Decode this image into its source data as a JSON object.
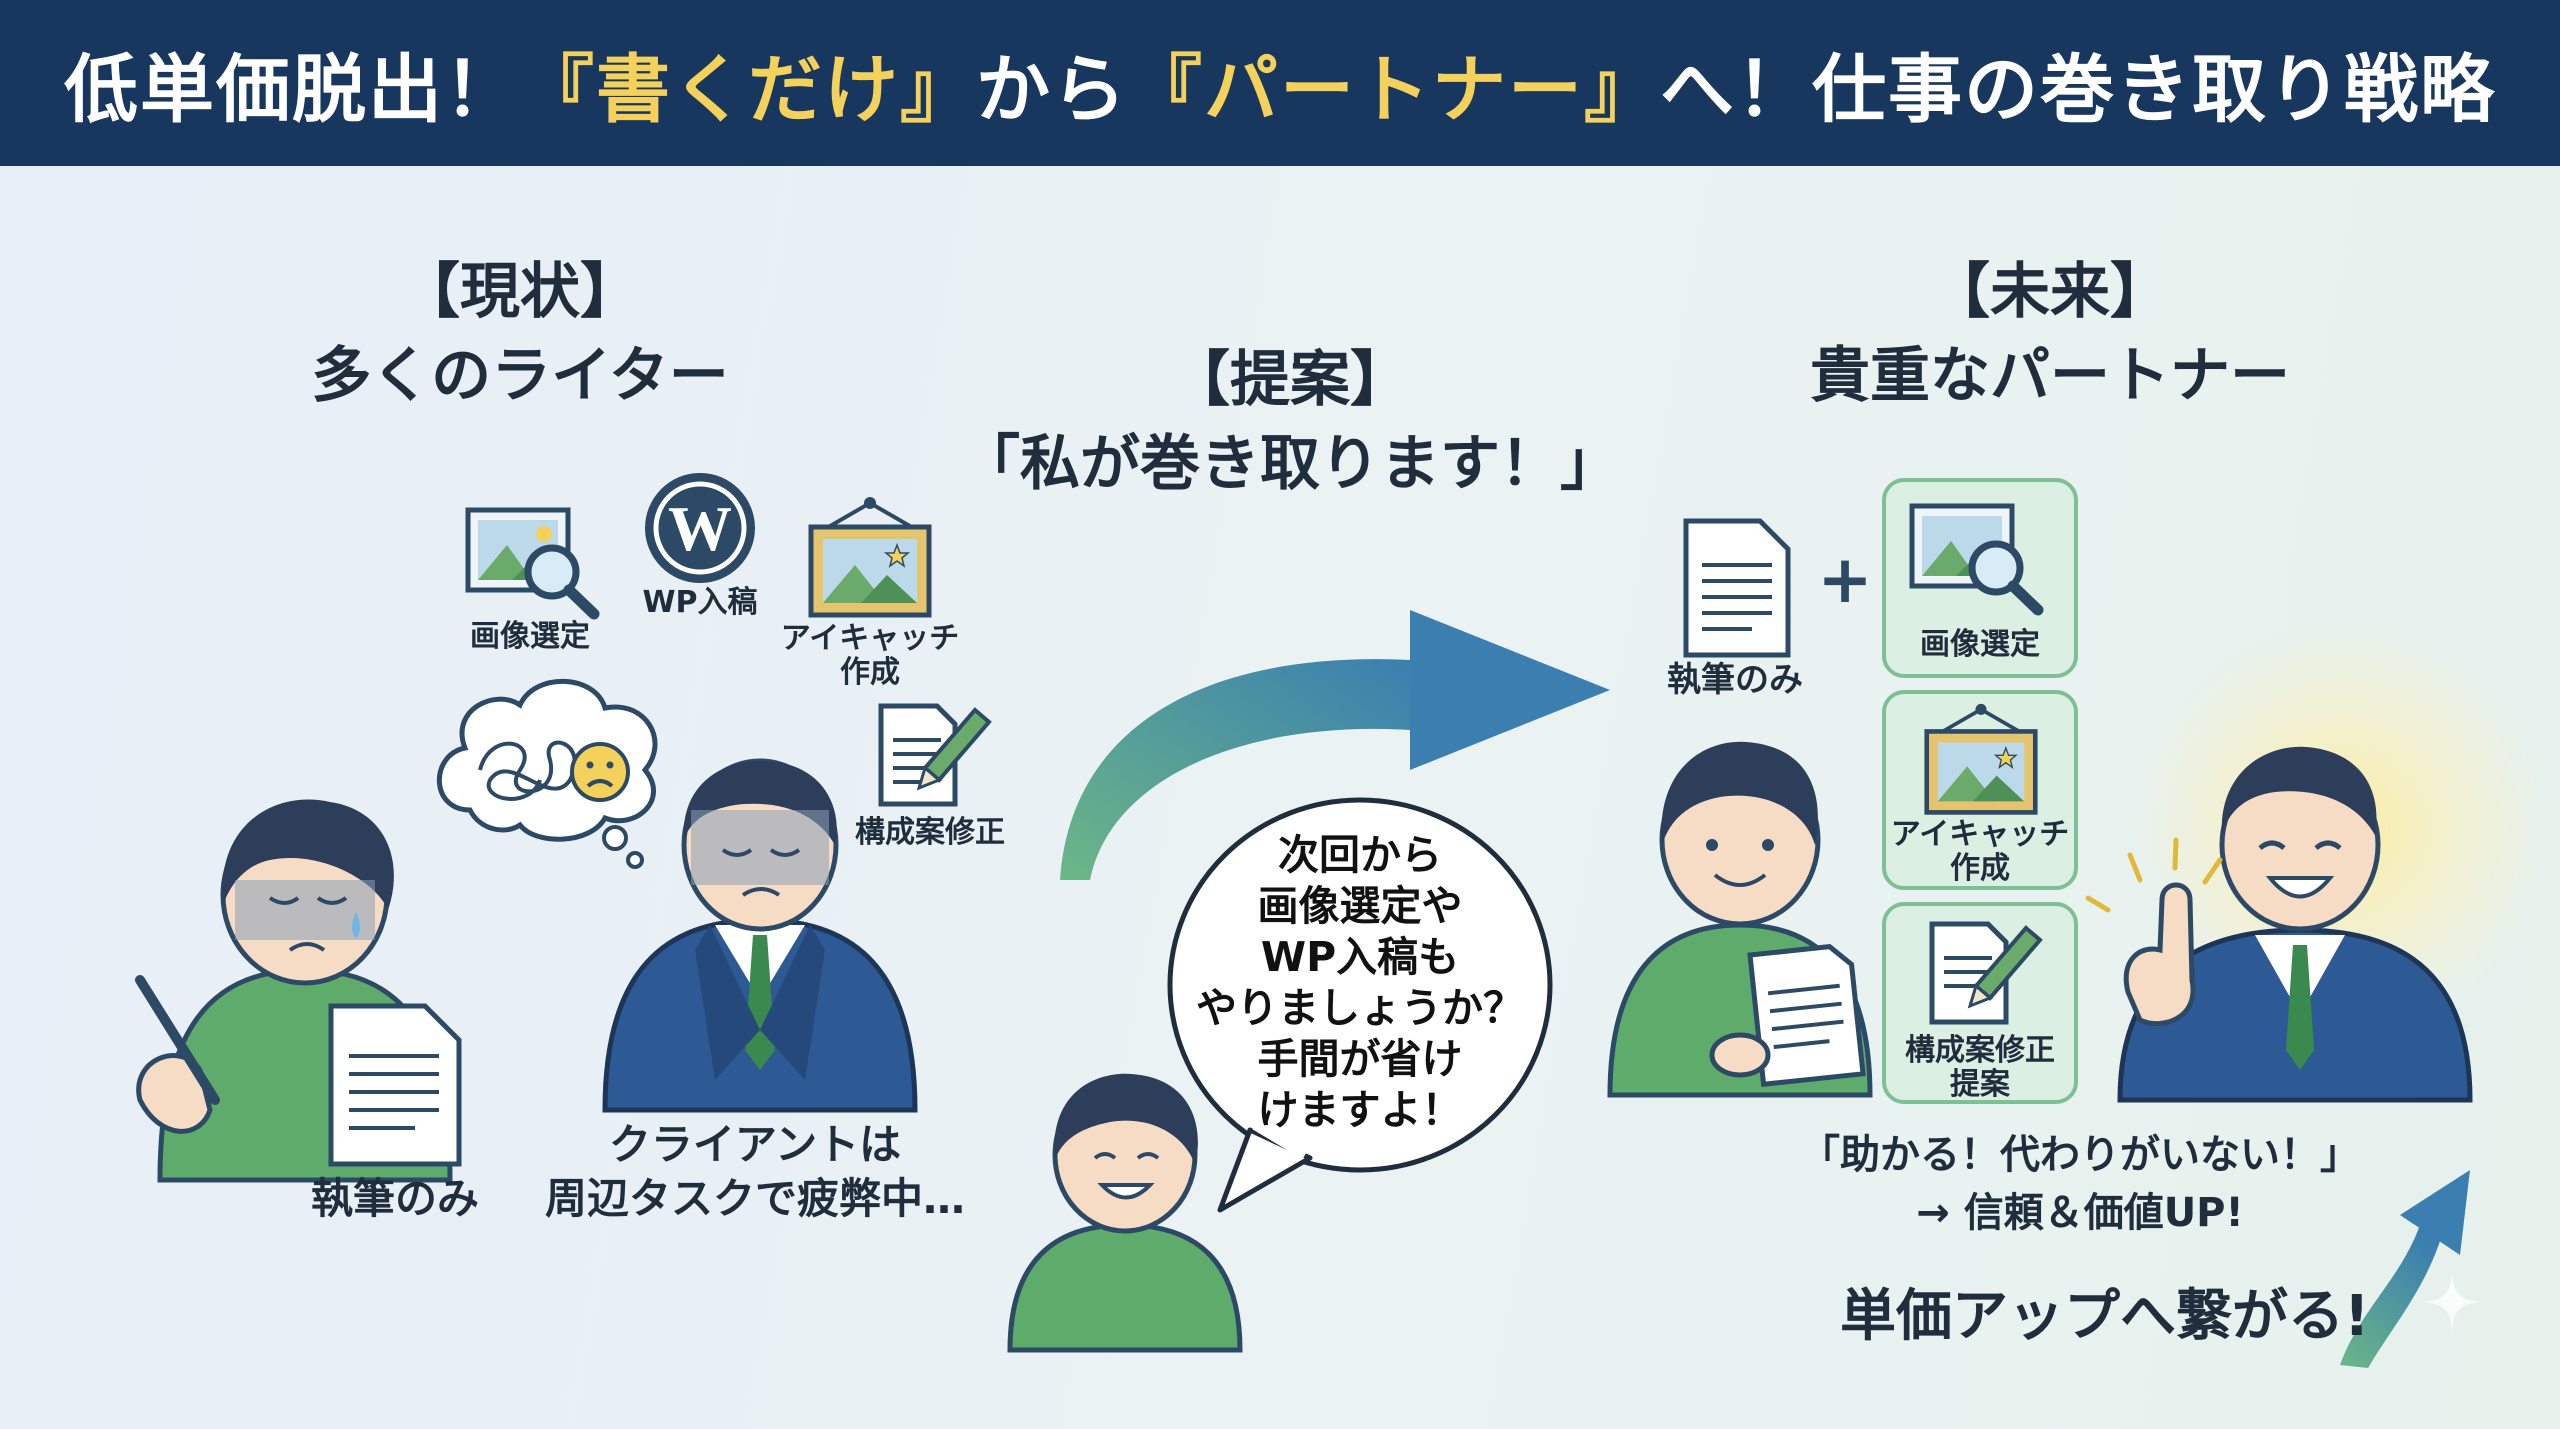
{
  "title": {
    "part1": "低単価脱出！",
    "part2": "『書くだけ』",
    "part3": "から",
    "part4": "『パートナー』",
    "part5": "へ！仕事の巻き取り戦略"
  },
  "current": {
    "bracket": "【現状】",
    "subtitle": "多くのライター",
    "icons": {
      "image_select": "画像選定",
      "wp": "WP入稿",
      "eyecatch": "アイキャッチ\n作成",
      "structure": "構成案修正"
    },
    "writer_label": "執筆のみ",
    "client_label": "クライアントは\n周辺タスクで疲弊中…"
  },
  "proposal": {
    "bracket": "【提案】",
    "quote": "「私が巻き取ります！」",
    "speech": "次回から\n画像選定や\nWP入稿も\nやりましょうか？\n手間が省け\nけますよ！"
  },
  "future": {
    "bracket": "【未来】",
    "subtitle": "貴重なパートナー",
    "writing_label": "執筆のみ",
    "plus": "+",
    "cards": [
      "画像選定",
      "アイキャッチ\n作成",
      "構成案修正\n提案"
    ],
    "client_quote": "「助かる！代わりがいない！」",
    "result": "→ 信頼＆価値UP!",
    "conclusion": "単価アップへ繋がる!"
  },
  "colors": {
    "header_bg": "#17375e",
    "highlight": "#f3d15a",
    "shirt_green": "#5eab6c",
    "suit_blue": "#2d5a94",
    "card_border": "#7fbf96"
  }
}
